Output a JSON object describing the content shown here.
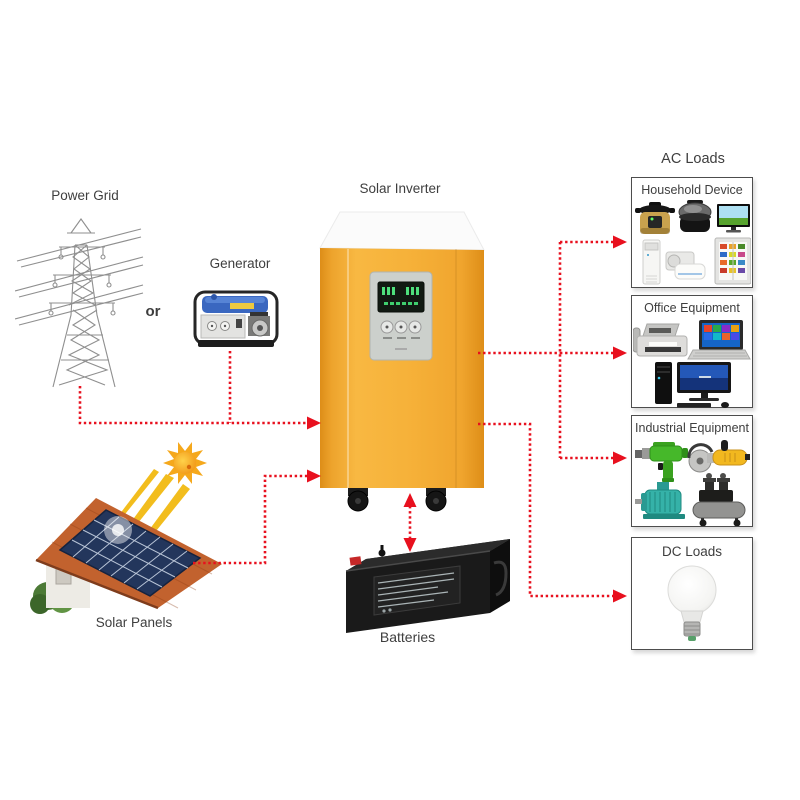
{
  "diagram": {
    "background": "#ffffff",
    "connector_color": "#e8101e",
    "nodes": {
      "power_grid": {
        "label": "Power Grid",
        "icon": "transmission-tower-icon",
        "color": "#898989"
      },
      "or_connector": {
        "label": "or"
      },
      "generator": {
        "label": "Generator",
        "icon": "portable-generator-icon",
        "color": "#3a67c0"
      },
      "solar_inverter": {
        "label": "Solar Inverter",
        "icon": "solar-inverter-icon",
        "body_color": "#f6b139",
        "panel_color": "#ccd0cc",
        "display_color": "#111a12",
        "display_digit_color": "#4ee07c"
      },
      "solar_panels": {
        "label": "Solar Panels",
        "icon": "solar-house-icon",
        "roof_color": "#c2622e",
        "panel_color": "#23365c",
        "sun_color": "#f5a81c"
      },
      "batteries": {
        "label": "Batteries",
        "icon": "battery-icon",
        "color": "#1a1a1a"
      }
    },
    "ac_loads": {
      "label": "AC Loads",
      "boxes": [
        {
          "label": "Household Device",
          "items": [
            "pressure-cooker-icon",
            "halogen-oven-icon",
            "tv-icon",
            "standing-ac-icon",
            "split-ac-icon",
            "refrigerator-icon"
          ]
        },
        {
          "label": "Office Equipment",
          "items": [
            "fax-machine-icon",
            "laptop-icon",
            "pc-tower-icon",
            "monitor-icon",
            "keyboard-icon",
            "mouse-icon"
          ]
        },
        {
          "label": "Industrial Equipment",
          "items": [
            "electric-drill-icon",
            "angle-grinder-icon",
            "electric-motor-icon",
            "air-compressor-icon"
          ]
        }
      ]
    },
    "dc_loads": {
      "label": "DC Loads",
      "items": [
        "led-bulb-icon"
      ]
    }
  }
}
